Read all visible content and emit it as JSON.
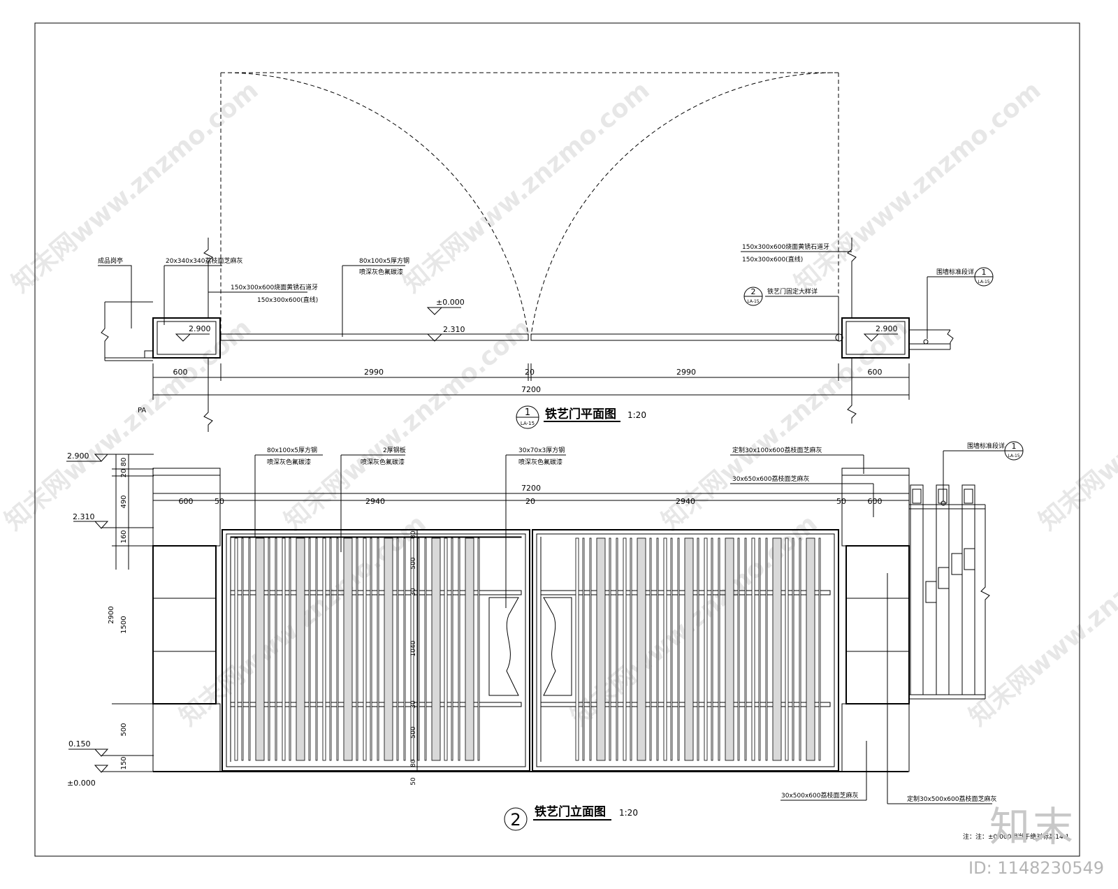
{
  "plan": {
    "title": "铁艺门平面图",
    "scale": "1:20",
    "symbol_num": "1",
    "symbol_ref": "LA-15",
    "dims": [
      "600",
      "2990",
      "20",
      "2990",
      "600"
    ],
    "total": "7200",
    "levels": {
      "l1": "±0.000",
      "l2": "2.310",
      "l3": "2.900",
      "l4": "2.900"
    },
    "pa": "PA",
    "notes": {
      "kiosk": "成品岗亭",
      "cap": "20x340x340荔枝面芝麻灰",
      "curb_l1": "150x300x600烧面黄锈石道牙",
      "curb_l2": "150x300x600(直线)",
      "steel1": "80x100x5厚方钢",
      "steel2": "喷深灰色氟碳漆",
      "curb_r1": "150x300x600烧面黄锈石道牙",
      "curb_r2": "150x300x600(直线)",
      "fix": "铁艺门固定大样详",
      "wall": "围墙标准段详"
    },
    "ref2": {
      "num": "2",
      "sub": "LA-15"
    },
    "ref1": {
      "num": "1",
      "sub": "LA-15"
    }
  },
  "elev": {
    "title": "铁艺门立面图",
    "scale": "1:20",
    "symbol_num": "2",
    "top_dims": [
      "600",
      "50",
      "2940",
      "20",
      "2940",
      "50",
      "600"
    ],
    "total": "7200",
    "left_dims": [
      "80",
      "20",
      "490",
      "160",
      "1500",
      "500",
      "150"
    ],
    "overall": "2900",
    "levels": {
      "a": "2.900",
      "b": "2.310",
      "c": "0.150",
      "d": "±0.000"
    },
    "gate_dims": [
      "80",
      "500",
      "30",
      "1040",
      "30",
      "500",
      "80",
      "50"
    ],
    "notes": {
      "n1a": "80x100x5厚方钢",
      "n1b": "喷深灰色氟碳漆",
      "n2a": "2厚钢板",
      "n2b": "喷深灰色氟碳漆",
      "n3a": "30x70x3厚方钢",
      "n3b": "喷深灰色氟碳漆",
      "n4": "定制30x100x600荔枝面芝麻灰",
      "n5": "30x650x600荔枝面芝麻灰",
      "n6": "围墙标准段详",
      "n7": "30x500x600荔枝面芝麻灰",
      "n8": "定制30x500x600荔枝面芝麻灰"
    },
    "ref1": {
      "num": "1",
      "sub": "LA-15"
    }
  },
  "footnote": "注：注：±0.000相当于绝对标高14.1",
  "watermark": "知末网www.znzmo.com",
  "logo": "知末",
  "id_label": "ID: 1148230549"
}
